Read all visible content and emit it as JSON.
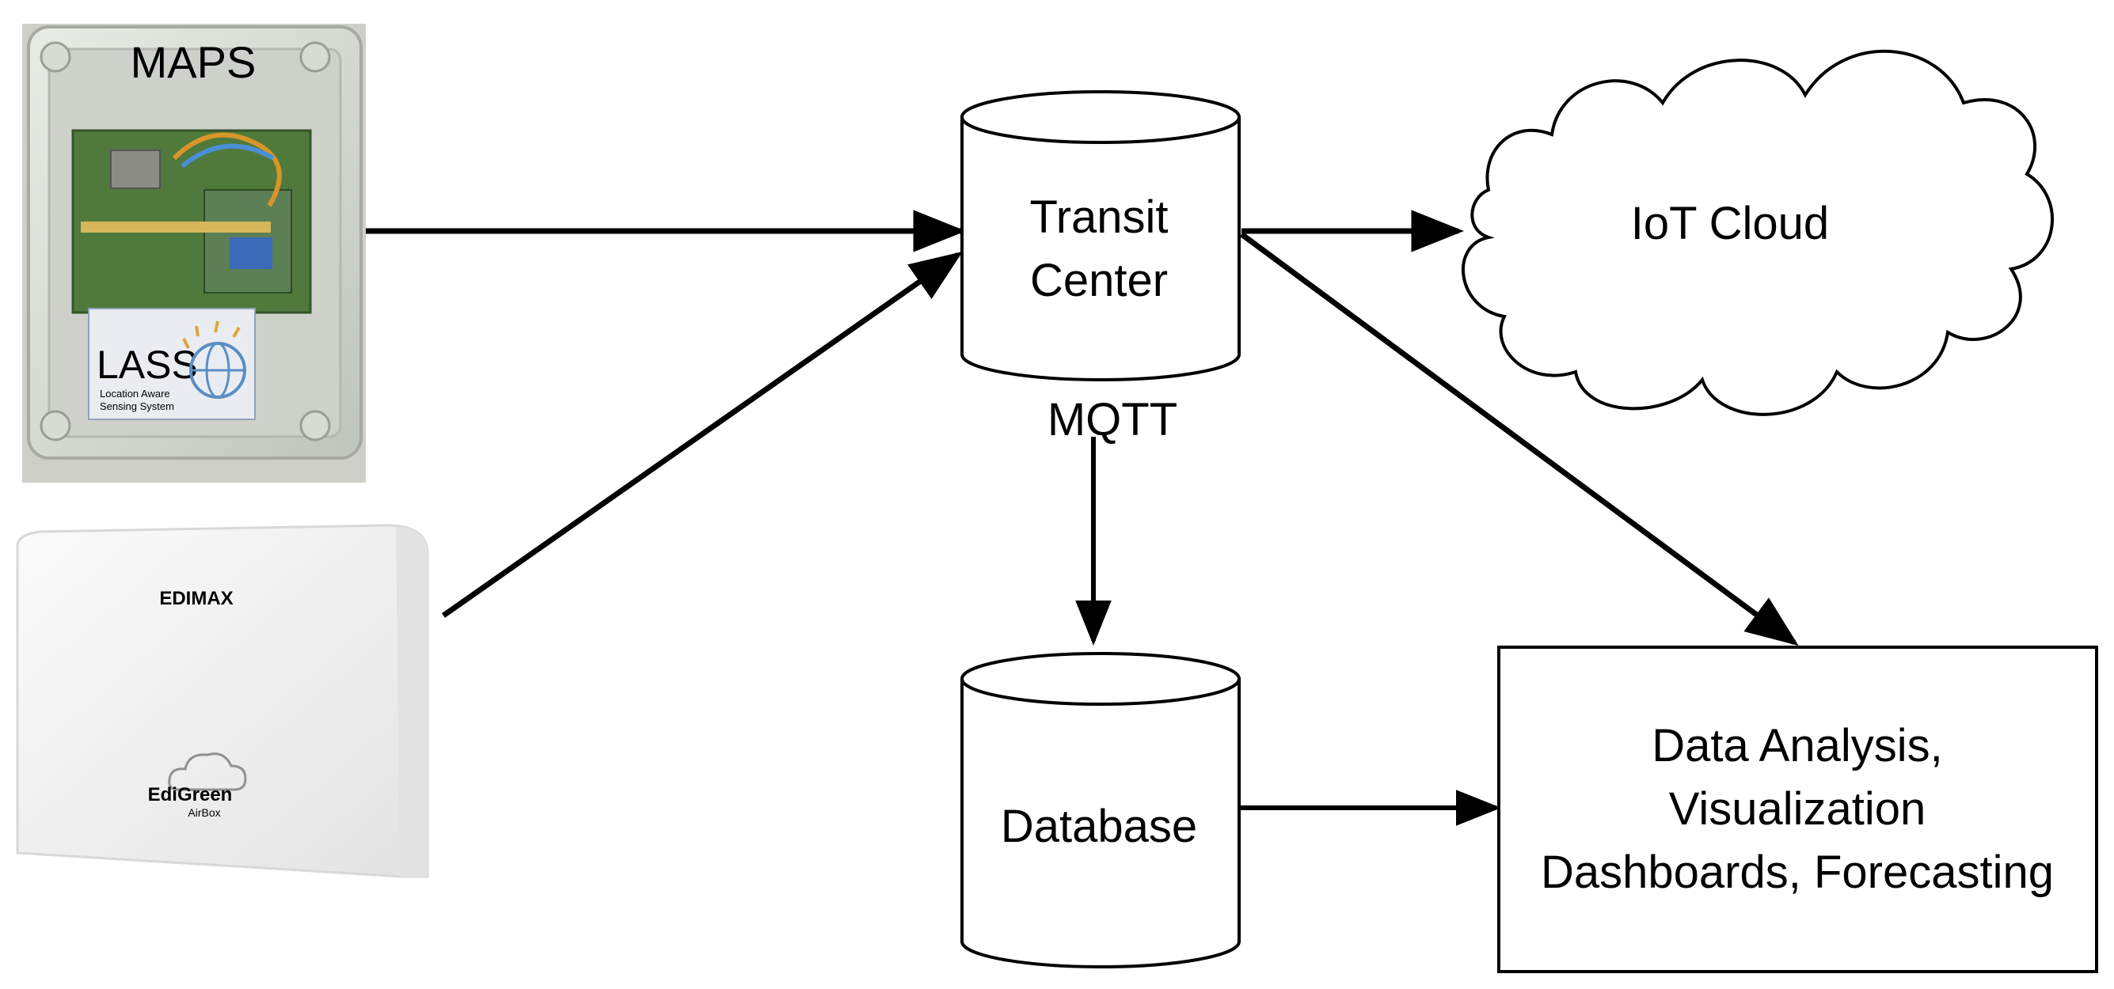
{
  "devices": {
    "maps": {
      "label": "MAPS",
      "sticker_brand": "LASS",
      "sticker_subtitle_line1": "Location Aware",
      "sticker_subtitle_line2": "Sensing System"
    },
    "airbox": {
      "brand": "EDIMAX",
      "logo_text": "EdiGreen",
      "logo_subtext": "AirBox"
    }
  },
  "nodes": {
    "transit_center": {
      "line1": "Transit",
      "line2": "Center"
    },
    "iot_cloud": {
      "label": "IoT Cloud"
    },
    "database": {
      "label": "Database"
    },
    "analysis": {
      "line1": "Data Analysis,",
      "line2": "Visualization",
      "line3": "Dashboards, Forecasting"
    }
  },
  "labels": {
    "protocol": "MQTT"
  },
  "colors": {
    "stroke": "#000000",
    "background": "#ffffff"
  }
}
